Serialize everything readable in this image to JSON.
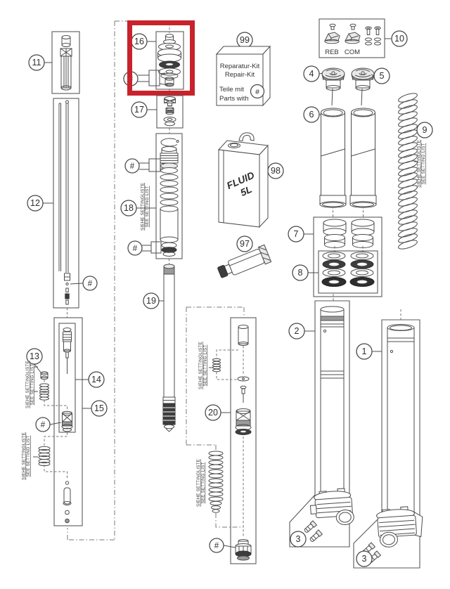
{
  "diagram": {
    "background": "#ffffff",
    "line_color": "#4c4c4c",
    "highlight_color": "#c8232c",
    "callouts": {
      "n1": "1",
      "n2": "2",
      "n3": "3",
      "n4": "4",
      "n5": "5",
      "n6": "6",
      "n7": "7",
      "n8": "8",
      "n9": "9",
      "n10": "10",
      "n11": "11",
      "n12": "12",
      "n13": "13",
      "n14": "14",
      "n15": "15",
      "n16": "16",
      "n17": "17",
      "n18": "18",
      "n19": "19",
      "n20": "20",
      "n97": "97",
      "n98": "98",
      "n99": "99",
      "hash": "#"
    },
    "labels": {
      "reb": "REB",
      "com": "COM",
      "repair_kit_de": "Reparatur-Kit",
      "repair_kit_en": "Repair-Kit",
      "parts_with_de": "Teile mit",
      "parts_with_en": "Parts with",
      "fluid": "FLUID",
      "fluid_size": "5L",
      "setting_note_de": "SIEHE SETTINGLISTE",
      "setting_note_en": "SEE SETTING LIST"
    }
  }
}
